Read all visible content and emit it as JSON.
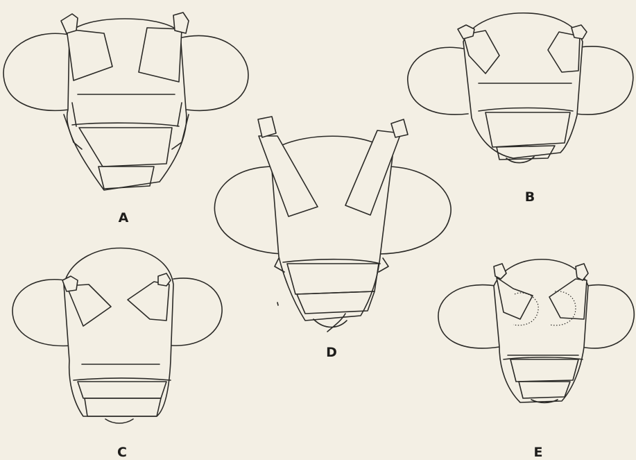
{
  "figures": [
    {
      "id": "A",
      "label": "A"
    },
    {
      "id": "B",
      "label": "B"
    },
    {
      "id": "C",
      "label": "C"
    },
    {
      "id": "D",
      "label": "D"
    },
    {
      "id": "E",
      "label": "E"
    }
  ],
  "colors": {
    "paper": "#f3efe4",
    "ink": "#2b2a27"
  }
}
